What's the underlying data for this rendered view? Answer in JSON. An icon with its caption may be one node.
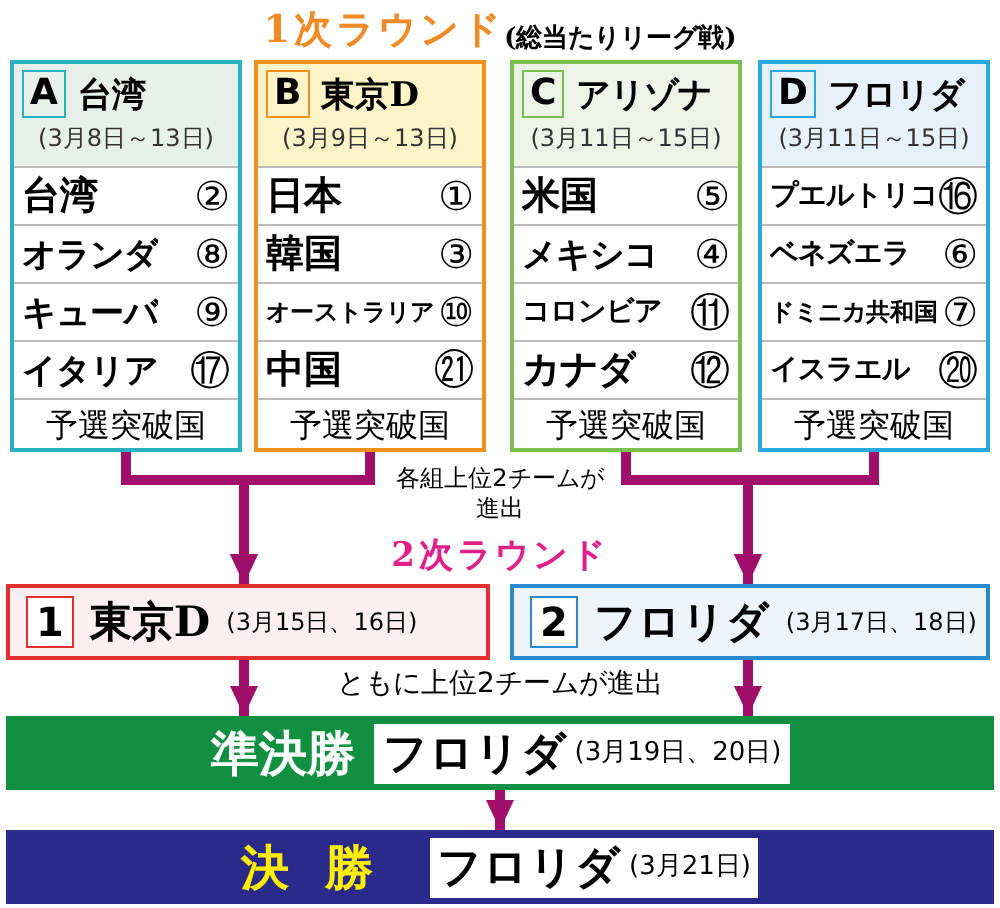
{
  "diagram": {
    "title": "1次ラウンド",
    "nodes": [
      {
        "text": [
          "A",
          "台湾",
          "(3月8日～13日)",
          "台湾",
          "②",
          "オランダ",
          "⑧",
          "キューバ",
          "⑨",
          "イタリア",
          "⑰",
          "予選突破国"
        ]
      },
      {
        "text": [
          "B",
          "東京D",
          "(3月9日～13日)",
          "日本",
          "①",
          "韓国",
          "③",
          "オーストラリア",
          "⑩",
          "中国",
          "㉑",
          "予選突破国"
        ]
      },
      {
        "text": [
          "C",
          "アリゾナ",
          "(3月11日～15日)",
          "米国",
          "⑤",
          "メキシコ",
          "④",
          "コロンビア",
          "⑪",
          "カナダ",
          "⑫",
          "予選突破国"
        ]
      },
      {
        "text": [
          "D",
          "フロリダ",
          "(3月11日～15日)",
          "プエルトリコ",
          "⑯",
          "ベネズエラ",
          "⑥",
          "ドミニカ共和国",
          "⑦",
          "イスラエル",
          "⑳",
          "予選突破国"
        ]
      },
      {
        "text": [
          "1",
          "東京D",
          "(3月15日、16日)"
        ]
      },
      {
        "text": [
          "2",
          "フロリダ",
          "(3月17日、18日)"
        ]
      },
      {
        "text": [
          "準決勝",
          "フロリダ",
          "(3月19日、20日)"
        ]
      },
      {
        "text": [
          "決勝",
          "フロリダ",
          "(3月21日)"
        ]
      }
    ],
    "edges": [
      {
        "from": 0,
        "to": 4,
        "arrow": "to"
      },
      {
        "from": 1,
        "to": 4,
        "arrow": "to"
      },
      {
        "from": 2,
        "to": 5,
        "arrow": "to"
      },
      {
        "from": 3,
        "to": 5,
        "arrow": "to"
      },
      {
        "from": 4,
        "to": 6,
        "arrow": "to"
      },
      {
        "from": 5,
        "to": 6,
        "arrow": "to"
      },
      {
        "from": 6,
        "to": 7,
        "arrow": "to"
      }
    ],
    "labels": [
      "(総当たりリーグ戦)",
      "各組上位2チームが進出",
      "2次ラウンド",
      "ともに上位2チームが進出"
    ]
  }
}
